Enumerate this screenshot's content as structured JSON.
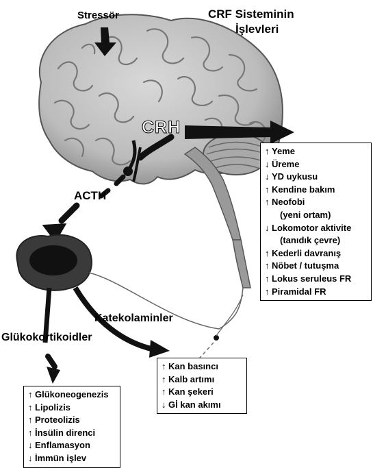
{
  "title": {
    "line1": "CRF Sisteminin",
    "line2": "İşlevleri"
  },
  "labels": {
    "stressor": "Stressör",
    "crh": "CRH",
    "acth": "ACTH",
    "catecholamines": "Katekolaminler",
    "glucocorticoids": "Glükokortikoidler"
  },
  "crf_box": [
    {
      "arrow": "↑",
      "text": "Yeme"
    },
    {
      "arrow": "↓",
      "text": "Üreme"
    },
    {
      "arrow": "↓",
      "text": "YD uykusu"
    },
    {
      "arrow": "↑",
      "text": "Kendine bakım"
    },
    {
      "arrow": "↑",
      "text": "Neofobi"
    },
    {
      "arrow": "",
      "text": "(yeni ortam)"
    },
    {
      "arrow": "↓",
      "text": "Lokomotor aktivite"
    },
    {
      "arrow": "",
      "text": "(tanıdık çevre)"
    },
    {
      "arrow": "↑",
      "text": "Kederli davranış"
    },
    {
      "arrow": "↑",
      "text": "Nöbet / tutuşma"
    },
    {
      "arrow": "↑",
      "text": "Lokus seruleus FR"
    },
    {
      "arrow": "↑",
      "text": "Piramidal FR"
    }
  ],
  "cardio_box": [
    {
      "arrow": "↑",
      "text": "Kan basıncı"
    },
    {
      "arrow": "↑",
      "text": "Kalb artımı"
    },
    {
      "arrow": "↑",
      "text": "Kan şekeri"
    },
    {
      "arrow": "↓",
      "text": "Gİ kan akımı"
    }
  ],
  "gluco_box": [
    {
      "arrow": "↑",
      "text": "Glükoneogenezis"
    },
    {
      "arrow": "↑",
      "text": "Lipolizis"
    },
    {
      "arrow": "↑",
      "text": "Proteolizis"
    },
    {
      "arrow": "↑",
      "text": "İnsülin direnci"
    },
    {
      "arrow": "↓",
      "text": "Enflamasyon"
    },
    {
      "arrow": "↓",
      "text": "İmmün işlev"
    }
  ],
  "colors": {
    "brain_fill": "#cfcfcf",
    "brain_dark": "#6e6e6e",
    "adrenal_outer": "#3a3a3a",
    "adrenal_inner": "#111111",
    "arrow_black": "#000000",
    "arrow_grey": "#555555"
  }
}
